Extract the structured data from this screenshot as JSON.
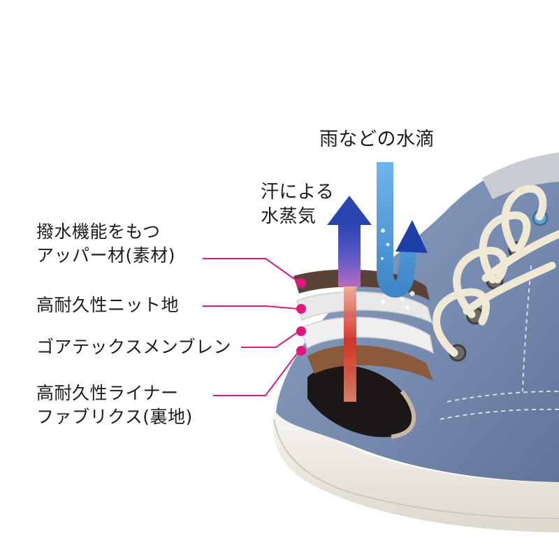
{
  "arrows": {
    "rain": {
      "label": "雨などの水滴",
      "color": "#4f9ad6",
      "direction": "down-then-up"
    },
    "sweat": {
      "lines": [
        "汗による",
        "水蒸気"
      ],
      "color": "#2b4fb3",
      "direction": "up"
    }
  },
  "layers": [
    {
      "lines": [
        "撥水機能をもつ",
        "アッパー材(素材)"
      ],
      "color": "#5b4236"
    },
    {
      "lines": [
        "高耐久性ニット地"
      ],
      "color": "#e8e8e8"
    },
    {
      "lines": [
        "ゴアテックスメンブレン"
      ],
      "color": "#f0f0f0"
    },
    {
      "lines": [
        "高耐久性ライナー",
        "ファブリクス(裏地)"
      ],
      "color": "#8a5a3a"
    }
  ],
  "colors": {
    "pointer": "#e3167a",
    "shoe": "#7d91b3",
    "sole": "#f2efe8",
    "lace": "#eee7d3",
    "heat": "#d62a1e"
  }
}
